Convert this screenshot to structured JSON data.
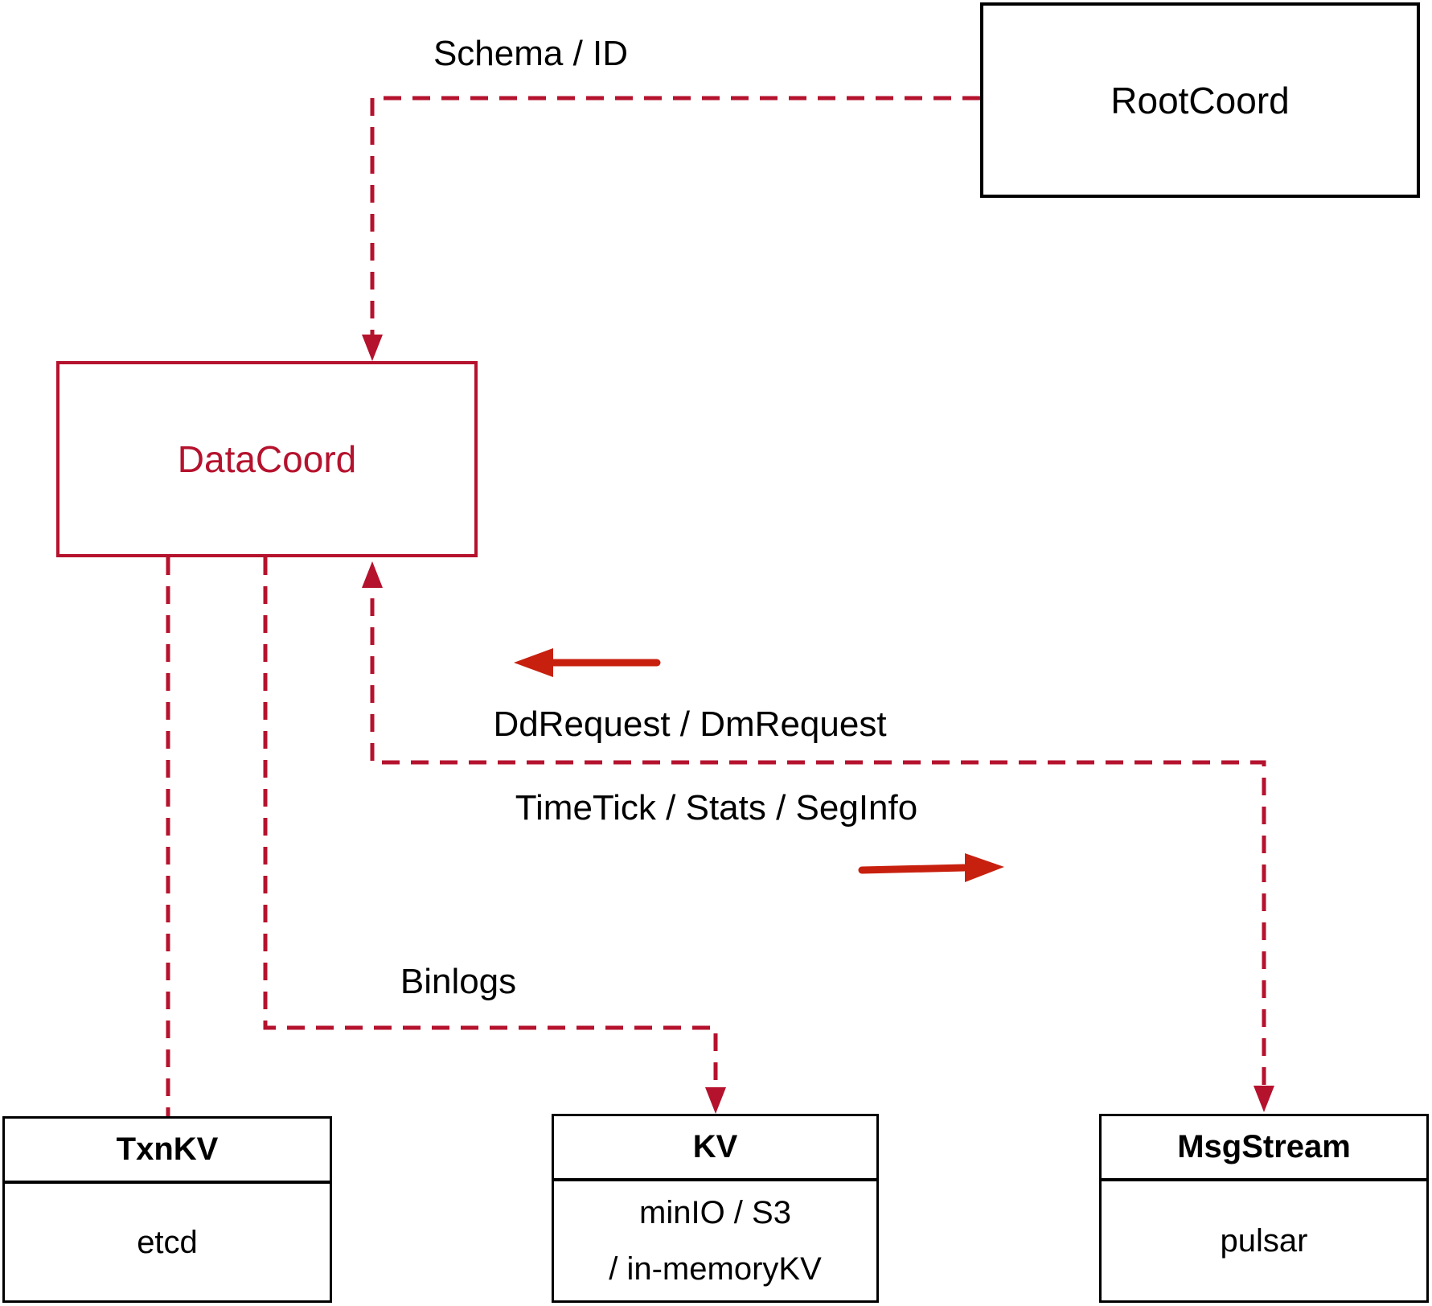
{
  "nodes": {
    "rootcoord": {
      "label": "RootCoord"
    },
    "datacoord": {
      "label": "DataCoord"
    },
    "txnkv": {
      "title": "TxnKV",
      "body": "etcd"
    },
    "kv": {
      "title": "KV",
      "body_lines": [
        "minIO / S3",
        "/ in-memoryKV"
      ]
    },
    "msgstream": {
      "title": "MsgStream",
      "body": "pulsar"
    }
  },
  "edges": {
    "schema_id_label": "Schema / ID",
    "ddrequest_label": "DdRequest / DmRequest",
    "timetick_label": "TimeTick / Stats / SegInfo",
    "binlogs_label": "Binlogs"
  },
  "colors": {
    "dashed_line": "#b5122d",
    "solid_arrow": "#c8200e",
    "node_border_black": "#000000",
    "page_bg": "#ffffff"
  }
}
